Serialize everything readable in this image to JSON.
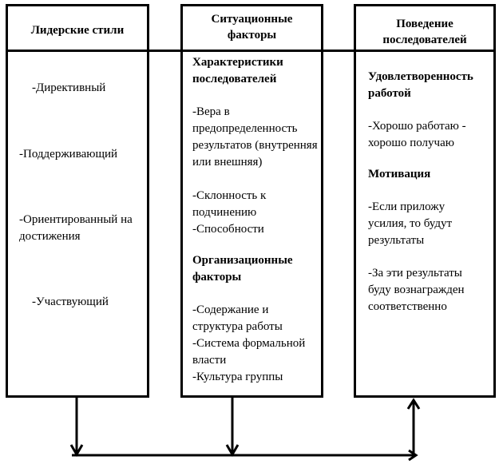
{
  "columns": [
    {
      "title": "Лидерские стили",
      "items": [
        "-Директивный",
        "-Поддерживающий",
        "-Ориентированный на достижения",
        "-Участвующий"
      ]
    },
    {
      "title": "Ситуационные факторы",
      "sections": [
        {
          "heading": "Характеристики последователей",
          "items": [
            "-Вера в предопределенность результатов (внутренняя или внешняя)",
            "-Склонность к подчинению",
            "-Способности"
          ]
        },
        {
          "heading": "Организационные факторы",
          "items": [
            "-Содержание и структура работы",
            "-Система формальной власти",
            "-Культура группы"
          ]
        }
      ]
    },
    {
      "title": "Поведение последователей",
      "sections": [
        {
          "heading": "Удовлетворенность работой",
          "items": [
            "-Хорошо работаю - хорошо получаю"
          ]
        },
        {
          "heading": "Мотивация",
          "items": [
            "-Если приложу усилия, то будут результаты",
            "-За эти результаты буду вознагражден соответственно"
          ]
        }
      ]
    }
  ]
}
